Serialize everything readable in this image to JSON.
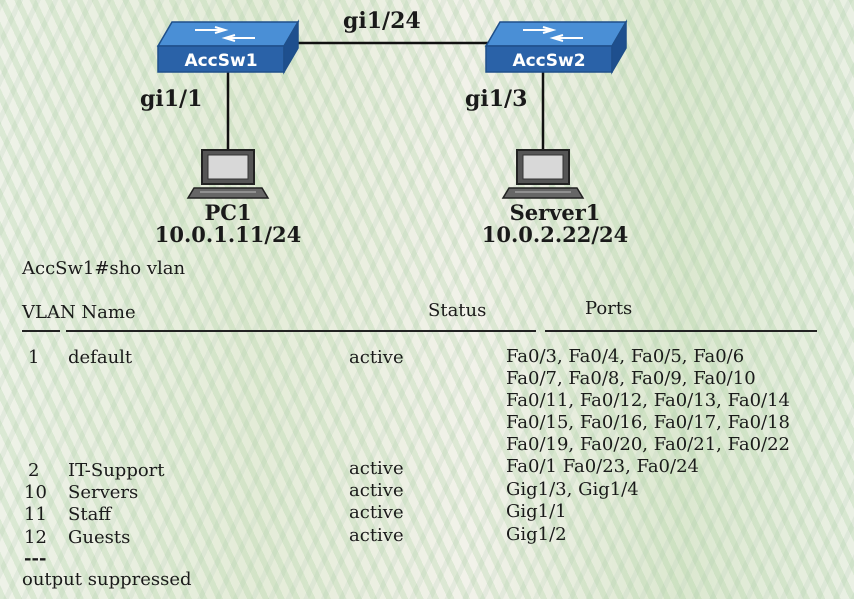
{
  "topology": {
    "switches": [
      {
        "id": "accsw1",
        "label": "AccSw1"
      },
      {
        "id": "accsw2",
        "label": "AccSw2"
      }
    ],
    "trunk_label": "gi1/24",
    "port_labels": {
      "accsw1_pc": "gi1/1",
      "accsw2_server": "gi1/3"
    },
    "hosts": [
      {
        "id": "pc1",
        "name": "PC1",
        "ip": "10.0.1.11/24"
      },
      {
        "id": "server1",
        "name": "Server1",
        "ip": "10.0.2.22/24"
      }
    ],
    "colors": {
      "switch_top": "#4a8fd6",
      "switch_side": "#2a62a8",
      "switch_label": "#ffffff",
      "link": "#111111"
    }
  },
  "cli": {
    "command": "AccSw1#sho vlan",
    "headers": {
      "vlan_name": "VLAN Name",
      "status": "Status",
      "ports": "Ports"
    },
    "vlans": [
      {
        "id": "1",
        "name": "default",
        "status": "active",
        "ports": [
          "Fa0/3, Fa0/4, Fa0/5, Fa0/6",
          "Fa0/7, Fa0/8, Fa0/9, Fa0/10",
          "Fa0/11, Fa0/12, Fa0/13, Fa0/14",
          "Fa0/15, Fa0/16, Fa0/17, Fa0/18",
          "Fa0/19, Fa0/20, Fa0/21, Fa0/22"
        ]
      },
      {
        "id": "2",
        "name": "IT-Support",
        "status": "active",
        "ports": [
          "Fa0/1 Fa0/23, Fa0/24"
        ]
      },
      {
        "id": "10",
        "name": "Servers",
        "status": "active",
        "ports": [
          "Gig1/3, Gig1/4"
        ]
      },
      {
        "id": "11",
        "name": "Staff",
        "status": "active",
        "ports": [
          "Gig1/1"
        ]
      },
      {
        "id": "12",
        "name": "Guests",
        "status": "active",
        "ports": [
          "Gig1/2"
        ]
      }
    ],
    "trailer_dashes": "---",
    "footer": "output suppressed"
  }
}
